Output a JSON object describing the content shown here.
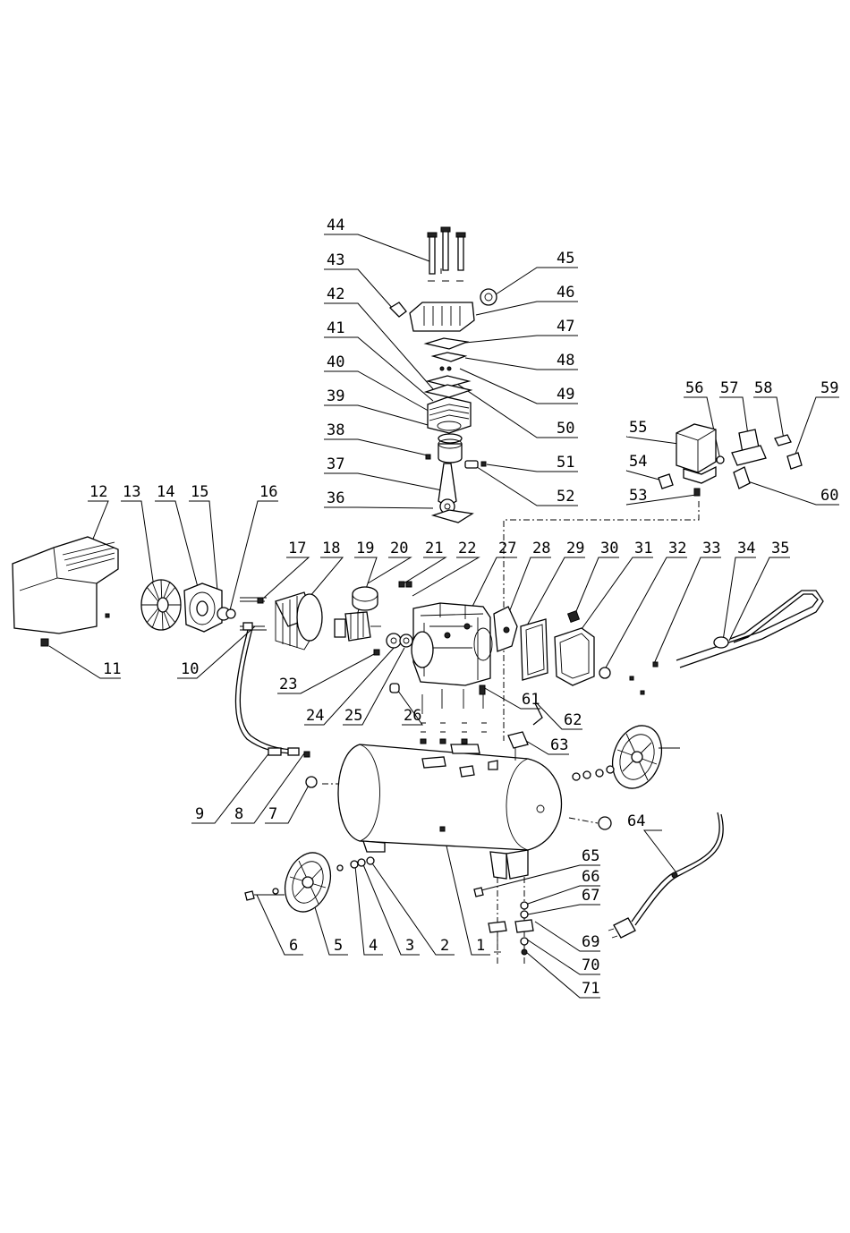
{
  "callouts": [
    {
      "id": "44",
      "text": "44"
    },
    {
      "id": "43",
      "text": "43"
    },
    {
      "id": "45",
      "text": "45"
    },
    {
      "id": "42",
      "text": "42"
    },
    {
      "id": "46",
      "text": "46"
    },
    {
      "id": "41",
      "text": "41"
    },
    {
      "id": "47",
      "text": "47"
    },
    {
      "id": "40",
      "text": "40"
    },
    {
      "id": "48",
      "text": "48"
    },
    {
      "id": "39",
      "text": "39"
    },
    {
      "id": "49",
      "text": "49"
    },
    {
      "id": "38",
      "text": "38"
    },
    {
      "id": "50",
      "text": "50"
    },
    {
      "id": "37",
      "text": "37"
    },
    {
      "id": "51",
      "text": "51"
    },
    {
      "id": "52",
      "text": "52"
    },
    {
      "id": "36",
      "text": "36"
    },
    {
      "id": "56",
      "text": "56"
    },
    {
      "id": "57",
      "text": "57"
    },
    {
      "id": "58",
      "text": "58"
    },
    {
      "id": "59",
      "text": "59"
    },
    {
      "id": "55",
      "text": "55"
    },
    {
      "id": "54",
      "text": "54"
    },
    {
      "id": "53",
      "text": "53"
    },
    {
      "id": "60",
      "text": "60"
    },
    {
      "id": "12",
      "text": "12"
    },
    {
      "id": "13",
      "text": "13"
    },
    {
      "id": "14",
      "text": "14"
    },
    {
      "id": "15",
      "text": "15"
    },
    {
      "id": "16",
      "text": "16"
    },
    {
      "id": "17",
      "text": "17"
    },
    {
      "id": "18",
      "text": "18"
    },
    {
      "id": "19",
      "text": "19"
    },
    {
      "id": "20",
      "text": "20"
    },
    {
      "id": "21",
      "text": "21"
    },
    {
      "id": "22",
      "text": "22"
    },
    {
      "id": "27",
      "text": "27"
    },
    {
      "id": "28",
      "text": "28"
    },
    {
      "id": "29",
      "text": "29"
    },
    {
      "id": "30",
      "text": "30"
    },
    {
      "id": "31",
      "text": "31"
    },
    {
      "id": "32",
      "text": "32"
    },
    {
      "id": "33",
      "text": "33"
    },
    {
      "id": "34",
      "text": "34"
    },
    {
      "id": "35",
      "text": "35"
    },
    {
      "id": "11",
      "text": "11"
    },
    {
      "id": "10",
      "text": "10"
    },
    {
      "id": "23",
      "text": "23"
    },
    {
      "id": "24",
      "text": "24"
    },
    {
      "id": "25",
      "text": "25"
    },
    {
      "id": "26",
      "text": "26"
    },
    {
      "id": "61",
      "text": "61"
    },
    {
      "id": "62",
      "text": "62"
    },
    {
      "id": "63",
      "text": "63"
    },
    {
      "id": "9",
      "text": "9"
    },
    {
      "id": "8",
      "text": "8"
    },
    {
      "id": "7",
      "text": "7"
    },
    {
      "id": "64",
      "text": "64"
    },
    {
      "id": "65",
      "text": "65"
    },
    {
      "id": "66",
      "text": "66"
    },
    {
      "id": "67",
      "text": "67"
    },
    {
      "id": "69",
      "text": "69"
    },
    {
      "id": "70",
      "text": "70"
    },
    {
      "id": "71",
      "text": "71"
    },
    {
      "id": "6",
      "text": "6"
    },
    {
      "id": "5",
      "text": "5"
    },
    {
      "id": "4",
      "text": "4"
    },
    {
      "id": "3",
      "text": "3"
    },
    {
      "id": "2",
      "text": "2"
    },
    {
      "id": "1",
      "text": "1"
    }
  ]
}
